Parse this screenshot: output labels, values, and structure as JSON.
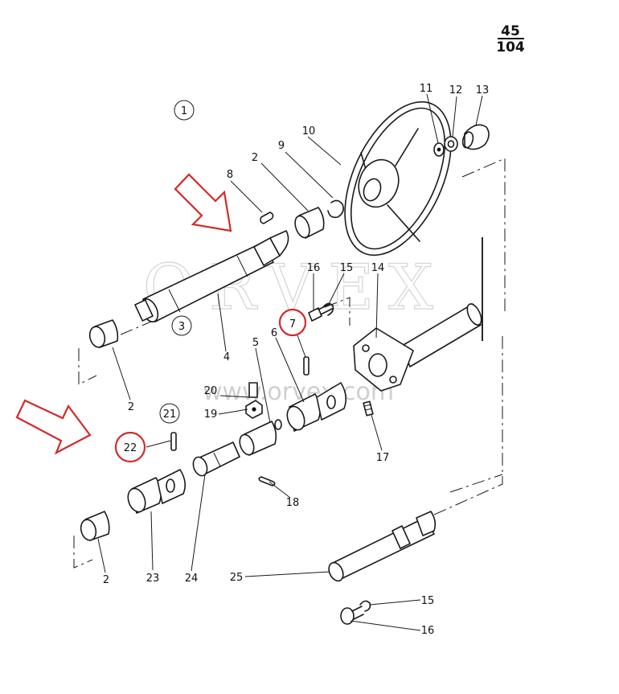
{
  "page_ref": {
    "numerator": "45",
    "denominator": "104"
  },
  "group_labels": [
    "1",
    "3",
    "21"
  ],
  "watermark": {
    "brand": "ORVEX",
    "url": "www.orvex.com"
  },
  "callouts": [
    {
      "id": "c10",
      "text": "10"
    },
    {
      "id": "c11",
      "text": "11"
    },
    {
      "id": "c12",
      "text": "12"
    },
    {
      "id": "c13",
      "text": "13"
    },
    {
      "id": "c9",
      "text": "9"
    },
    {
      "id": "c8",
      "text": "8"
    },
    {
      "id": "c2a",
      "text": "2"
    },
    {
      "id": "c16a",
      "text": "16"
    },
    {
      "id": "c15a",
      "text": "15"
    },
    {
      "id": "c14",
      "text": "14"
    },
    {
      "id": "c7",
      "text": "7"
    },
    {
      "id": "c6",
      "text": "6"
    },
    {
      "id": "c5",
      "text": "5"
    },
    {
      "id": "c4",
      "text": "4"
    },
    {
      "id": "c2b",
      "text": "2"
    },
    {
      "id": "c20",
      "text": "20"
    },
    {
      "id": "c19",
      "text": "19"
    },
    {
      "id": "c17",
      "text": "17"
    },
    {
      "id": "c22",
      "text": "22"
    },
    {
      "id": "c18",
      "text": "18"
    },
    {
      "id": "c2c",
      "text": "2"
    },
    {
      "id": "c23",
      "text": "23"
    },
    {
      "id": "c24",
      "text": "24"
    },
    {
      "id": "c25",
      "text": "25"
    },
    {
      "id": "c15b",
      "text": "15"
    },
    {
      "id": "c16b",
      "text": "16"
    }
  ],
  "highlights": {
    "color": "#d22a2a",
    "circled_parts": [
      "7",
      "22"
    ]
  }
}
